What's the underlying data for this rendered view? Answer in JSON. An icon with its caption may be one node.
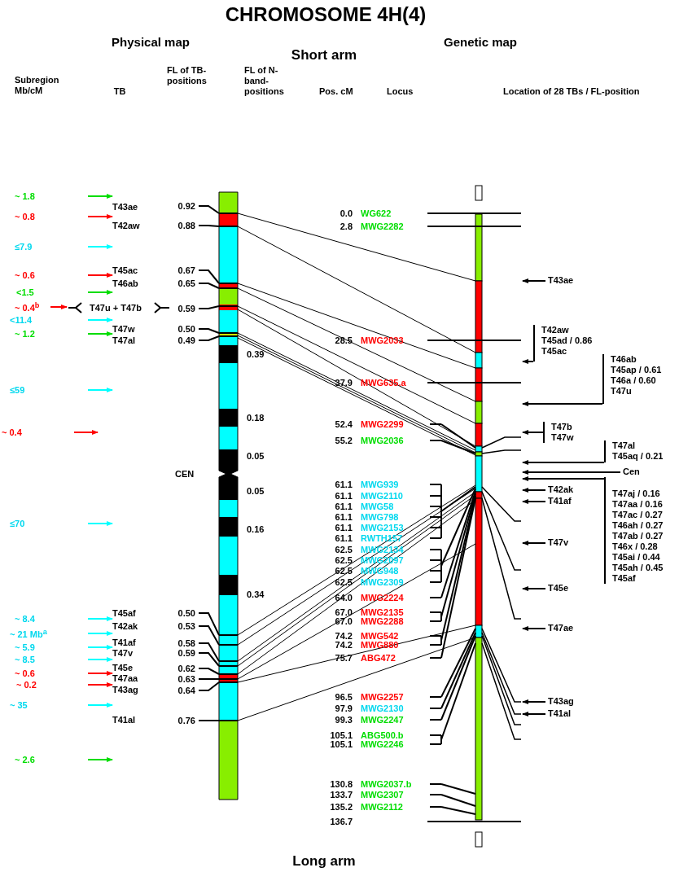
{
  "diagram": {
    "title": "CHROMOSOME 4H(4)",
    "nodes": [
      {
        "text": [
          "T43ae"
        ]
      },
      {
        "text": [
          "T42aw",
          "T45ad / 0.86",
          "T45ac"
        ]
      },
      {
        "text": [
          "T46ab",
          "T45ap / 0.61",
          "T46a / 0.60",
          "T47u"
        ]
      },
      {
        "text": [
          "T47b",
          "T47w"
        ]
      },
      {
        "text": [
          "T47al",
          "T45aq / 0.21"
        ]
      },
      {
        "text": [
          "Cen"
        ]
      },
      {
        "text": [
          "T47aj / 0.16",
          "T47aa / 0.16",
          "T47ac / 0.27",
          "T46ah / 0.27",
          "T47ab / 0.27",
          "T46x / 0.28",
          "T45ai / 0.44",
          "T45ah / 0.45",
          "T45af"
        ]
      },
      {
        "text": [
          "T42ak"
        ]
      },
      {
        "text": [
          "T41af"
        ]
      },
      {
        "text": [
          "T47v"
        ]
      },
      {
        "text": [
          "T45e"
        ]
      },
      {
        "text": [
          "T47ae"
        ]
      },
      {
        "text": [
          "T43ag"
        ]
      },
      {
        "text": [
          "T41al"
        ]
      },
      {
        "text": [],
        "shape": "bar"
      }
    ],
    "edges": [
      {
        "from": 0,
        "to": 14,
        "arrow": "to"
      },
      {
        "from": 1,
        "to": 14,
        "arrow": "to"
      },
      {
        "from": 2,
        "to": 14,
        "arrow": "to"
      },
      {
        "from": 3,
        "to": 14,
        "arrow": "to"
      },
      {
        "from": 4,
        "to": 14,
        "arrow": "to"
      },
      {
        "from": 5,
        "to": 14,
        "arrow": "to"
      },
      {
        "from": 6,
        "to": 14,
        "arrow": "to"
      },
      {
        "from": 7,
        "to": 14,
        "arrow": "to"
      },
      {
        "from": 8,
        "to": 14,
        "arrow": "to"
      },
      {
        "from": 9,
        "to": 14,
        "arrow": "to"
      },
      {
        "from": 10,
        "to": 14,
        "arrow": "to"
      },
      {
        "from": 11,
        "to": 14,
        "arrow": "to"
      },
      {
        "from": 12,
        "to": 14,
        "arrow": "to"
      },
      {
        "from": 13,
        "to": 14,
        "arrow": "to"
      }
    ],
    "labels": [
      "Physical map",
      "Short arm",
      "Genetic map",
      "Subregion Mb/cM",
      "TB",
      "FL of TB-positions",
      "FL of N-band-positions",
      "Pos. cM",
      "Locus",
      "Location of 28 TBs / FL-position",
      "Long arm",
      "~ 1.8",
      "~ 0.8",
      "≤7.9",
      "~ 0.6",
      "<1.5",
      "~ 0.4$^{b}$",
      "<11.4",
      "~ 1.2",
      "≤59",
      "~ 0.4",
      "≤70",
      "~ 8.4",
      "~ 21 Mb$^{a}$",
      "~ 5.9",
      "~ 8.5",
      "~ 0.6",
      "~ 0.2",
      "~ 35",
      "~ 2.6",
      "T43ae",
      "T42aw",
      "T45ac",
      "T46ab",
      "T47u + T47b",
      "T47w",
      "T47al",
      "T45af",
      "T42ak",
      "T41af",
      "T47v",
      "T45e",
      "T47aa",
      "T43ag",
      "T41al",
      "0.92",
      "0.88",
      "0.67",
      "0.65",
      "0.59",
      "0.50",
      "0.49",
      "0.50",
      "0.53",
      "0.58",
      "0.59",
      "0.62",
      "0.63",
      "0.64",
      "0.76",
      "0.39",
      "0.18",
      "0.05",
      "CEN",
      "0.05",
      "0.16",
      "0.34",
      "0.0",
      "WG622",
      "2.8",
      "MWG2282",
      "28.5",
      "MWG2033",
      "37.9",
      "MWG635.a",
      "52.4",
      "MWG2299",
      "55.2",
      "MWG2036",
      "61.1",
      "MWG939",
      "61.1",
      "MWG2110",
      "61.1",
      "MWG58",
      "61.1",
      "MWG798",
      "61.1",
      "MWG2153",
      "61.1",
      "RWTH157",
      "62.5",
      "MWG2134",
      "62.5",
      "MWG2097",
      "62.5",
      "MWG948",
      "62.5",
      "MWG2309",
      "64.0",
      "MWG2224",
      "67.0",
      "MWG2135",
      "67.0",
      "MWG2288",
      "74.2",
      "MWG542",
      "74.2",
      "MWG880",
      "75.7",
      "ABG472",
      "96.5",
      "MWG2257",
      "97.9",
      "MWG2130",
      "99.3",
      "MWG2247",
      "105.1",
      "ABG500.b",
      "105.1",
      "MWG2246",
      "130.8",
      "MWG2037.b",
      "133.7",
      "MWG2307",
      "135.2",
      "MWG2112",
      "136.7"
    ]
  }
}
